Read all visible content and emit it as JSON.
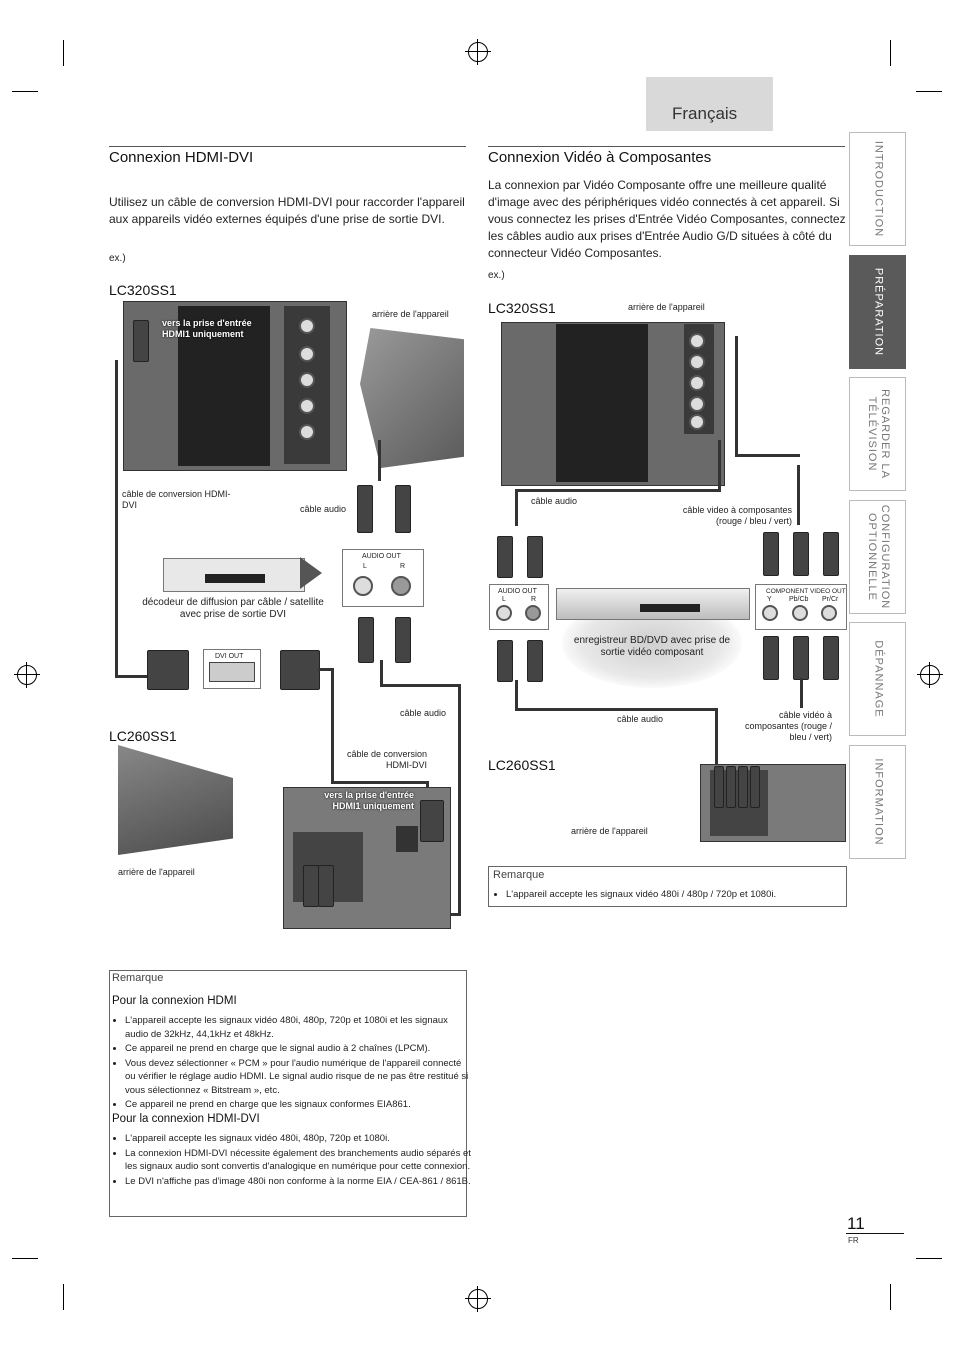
{
  "header": {
    "language": "Français"
  },
  "side_tabs": [
    {
      "label": "INTRODUCTION",
      "active": false
    },
    {
      "label": "PRÉPARATION",
      "active": true
    },
    {
      "label": "REGARDER LA TÉLÉVISION",
      "active": false
    },
    {
      "label": "CONFIGURATION OPTIONNELLE",
      "active": false
    },
    {
      "label": "DÉPANNAGE",
      "active": false
    },
    {
      "label": "INFORMATION",
      "active": false
    }
  ],
  "left": {
    "title": "Connexion HDMI-DVI",
    "intro": "Utilisez un câble de conversion HDMI-DVI pour raccorder l'appareil aux appareils vidéo externes équipés d'une prise de sortie DVI.",
    "ex_label": "ex.)",
    "model_top": "LC320SS1",
    "model_bottom": "LC260SS1",
    "captions": {
      "hdmi1_only_top": "vers la prise d'entrée HDMI1 uniquement",
      "rear_top": "arrière de l'appareil",
      "conv_cable_top": "câble de conversion HDMI-DVI",
      "audio_cable_top": "câble audio",
      "audio_out": "AUDIO OUT",
      "audio_l": "L",
      "audio_r": "R",
      "decoder": "décodeur de diffusion par câble / satellite avec prise de sortie DVI",
      "dvi_out": "DVI OUT",
      "audio_cable_mid": "câble audio",
      "conv_cable_mid": "câble de conversion HDMI-DVI",
      "hdmi1_only_bottom": "vers la prise d'entrée HDMI1 uniquement",
      "rear_bottom": "arrière de l'appareil"
    }
  },
  "right": {
    "title": "Connexion Vidéo à Composantes",
    "intro": "La connexion par Vidéo Composante offre une meilleure qualité d'image avec des périphériques vidéo connectés à cet appareil. Si vous connectez les prises d'Entrée Vidéo Composantes, connectez les câbles audio aux prises d'Entrée Audio G/D situées à côté du connecteur Vidéo Composantes.",
    "ex_label": "ex.)",
    "model_top": "LC320SS1",
    "model_bottom": "LC260SS1",
    "captions": {
      "rear_top": "arrière de l'appareil",
      "audio_cable_top": "câble audio",
      "comp_cable_top": "câble video à composantes (rouge / bleu / vert)",
      "audio_out": "AUDIO OUT",
      "audio_l": "L",
      "audio_r": "R",
      "component_out": "COMPONENT VIDEO OUT",
      "comp_y": "Y",
      "comp_pb": "Pb/Cb",
      "comp_pr": "Pr/Cr",
      "recorder": "enregistreur BD/DVD avec prise de sortie vidéo composant",
      "audio_cable_mid": "câble audio",
      "comp_cable_mid": "câble vidéo à composantes (rouge / bleu / vert)",
      "rear_bottom": "arrière de l'appareil"
    },
    "note": {
      "title": "Remarque",
      "items": [
        "L'appareil accepte les signaux vidéo 480i / 480p / 720p et 1080i."
      ]
    }
  },
  "bottom_note": {
    "title": "Remarque",
    "hdmi_heading": "Pour la connexion HDMI",
    "hdmi_items": [
      "L'appareil accepte les signaux vidéo 480i, 480p, 720p et 1080i et les signaux audio de 32kHz, 44,1kHz et 48kHz.",
      "Ce appareil ne prend en charge que le signal audio à 2 chaînes (LPCM).",
      "Vous devez sélectionner « PCM » pour l'audio numérique de l'appareil connecté ou vérifier le réglage audio HDMI. Le signal audio risque de ne pas être restitué si vous sélectionnez « Bitstream », etc.",
      "Ce appareil ne prend en charge que les signaux conformes EIA861."
    ],
    "dvi_heading": "Pour la connexion HDMI-DVI",
    "dvi_items": [
      "L'appareil accepte les signaux vidéo 480i, 480p, 720p et 1080i.",
      "La connexion HDMI-DVI nécessite également des branchements audio séparés et les signaux audio sont convertis d'analogique en numérique pour cette connexion.",
      "Le DVI n'affiche pas d'image 480i non conforme à la norme EIA / CEA-861 / 861B."
    ]
  },
  "footer": {
    "page_number": "11",
    "lang_code": "FR"
  }
}
